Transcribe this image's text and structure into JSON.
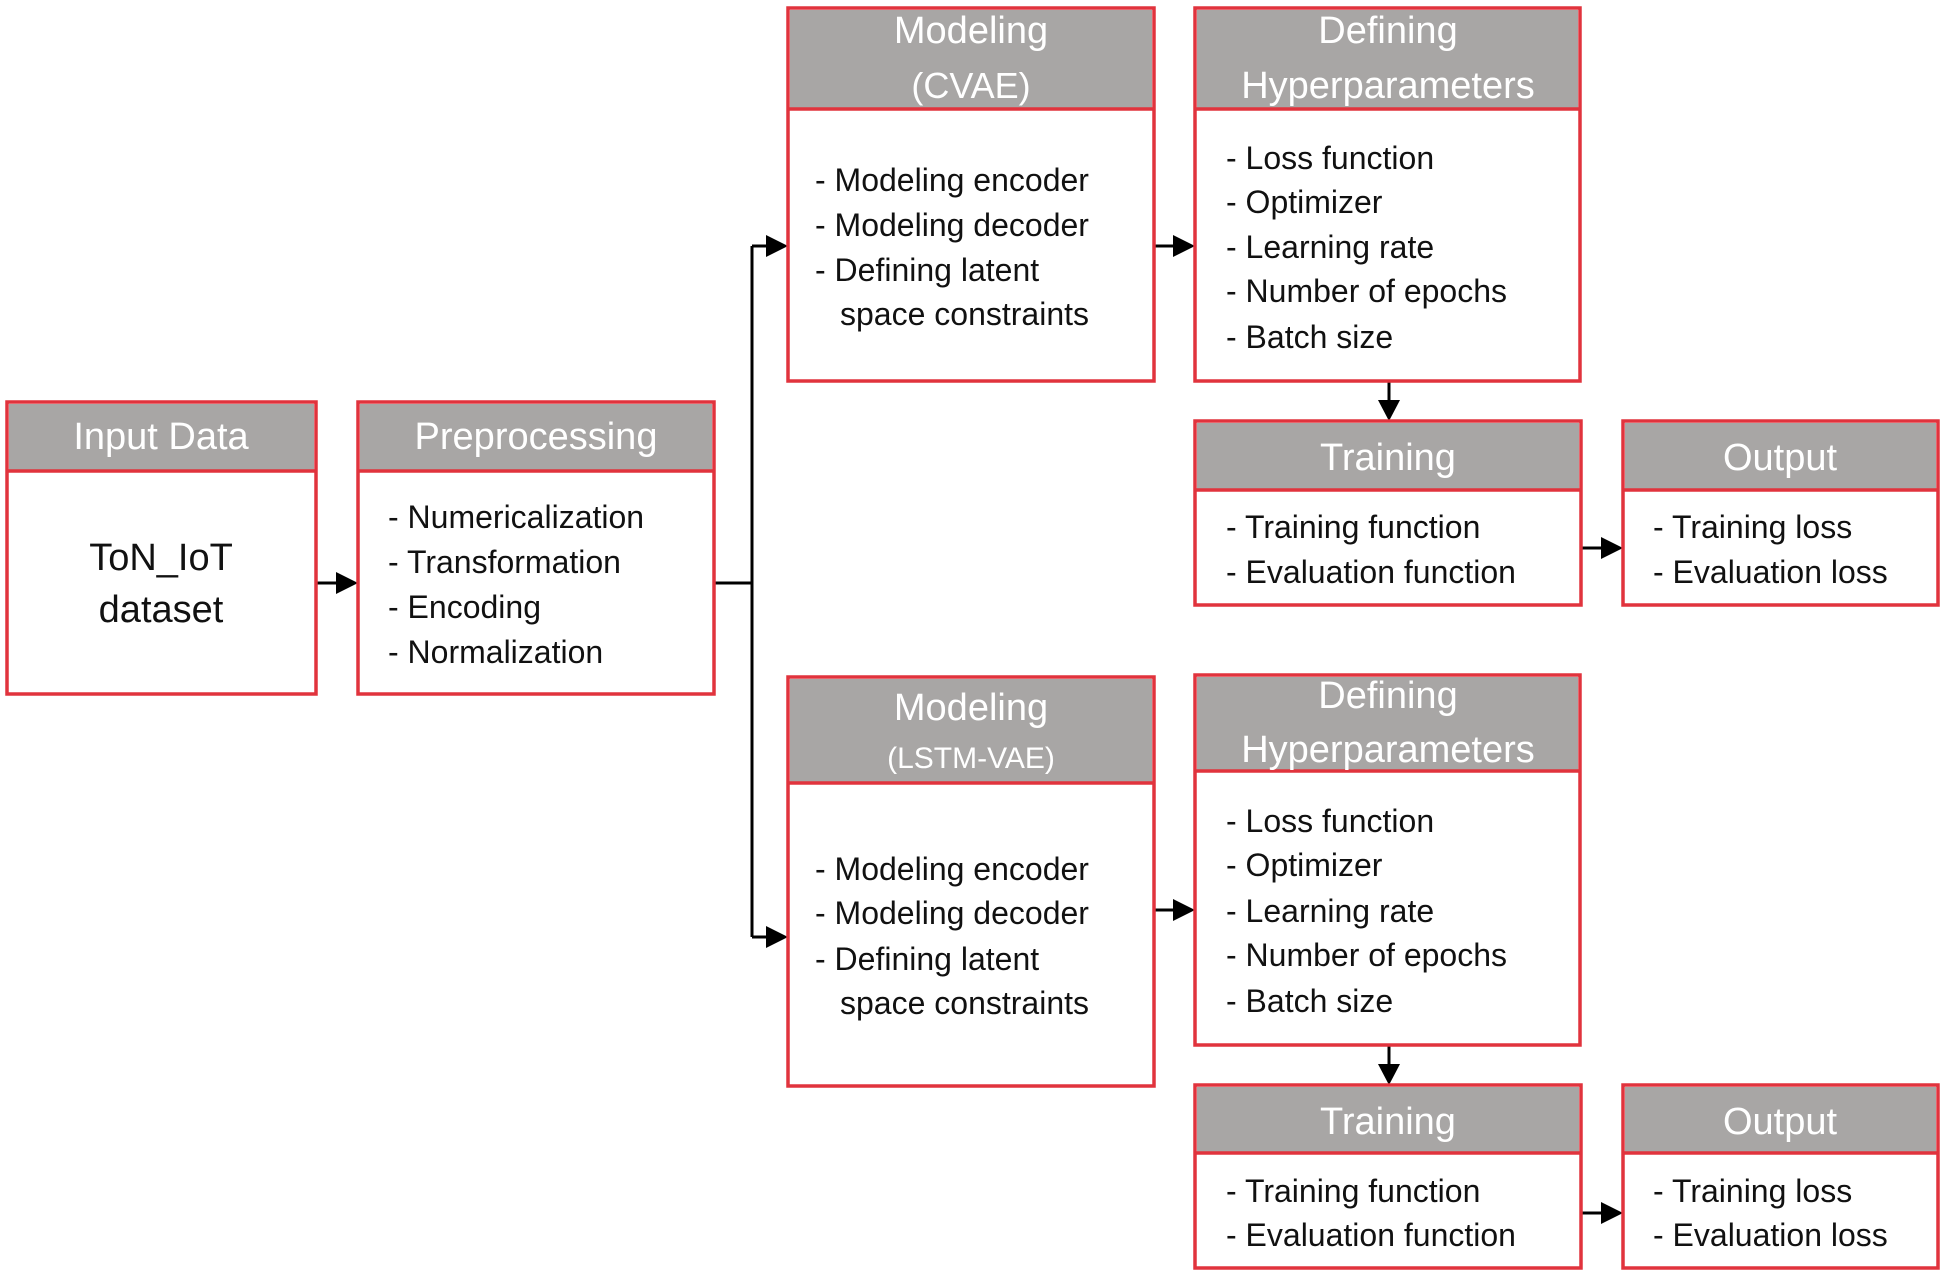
{
  "input": {
    "title": "Input Data",
    "lines": [
      "ToN_IoT",
      "dataset"
    ]
  },
  "preprocessing": {
    "title": "Preprocessing",
    "items": [
      "- Numericalization",
      "- Transformation",
      "- Encoding",
      "- Normalization"
    ]
  },
  "branch_cvae": {
    "modeling": {
      "title_line1": "Modeling",
      "title_line2": "(CVAE)",
      "items": [
        "- Modeling encoder",
        "- Modeling decoder",
        "- Defining latent",
        "space constraints"
      ]
    },
    "hyperparameters": {
      "title_line1": "Defining",
      "title_line2": "Hyperparameters",
      "items": [
        "- Loss function",
        "- Optimizer",
        "- Learning rate",
        "- Number of epochs",
        "- Batch size"
      ]
    },
    "training": {
      "title": "Training",
      "items": [
        "- Training function",
        "- Evaluation function"
      ]
    },
    "output": {
      "title": "Output",
      "items": [
        "- Training loss",
        "- Evaluation loss"
      ]
    }
  },
  "branch_lstm": {
    "modeling": {
      "title_line1": "Modeling",
      "title_line2": "(LSTM-VAE)",
      "items": [
        "- Modeling encoder",
        "- Modeling decoder",
        "- Defining latent",
        "space constraints"
      ]
    },
    "hyperparameters": {
      "title_line1": "Defining",
      "title_line2": "Hyperparameters",
      "items": [
        "- Loss function",
        "- Optimizer",
        "- Learning rate",
        "- Number of epochs",
        "- Batch size"
      ]
    },
    "training": {
      "title": "Training",
      "items": [
        "- Training function",
        "- Evaluation function"
      ]
    },
    "output": {
      "title": "Output",
      "items": [
        "- Training loss",
        "- Evaluation loss"
      ]
    }
  },
  "colors": {
    "border": "#e1333d",
    "header": "#a8a6a5",
    "header_text": "#ffffff",
    "text": "#111111",
    "connector": "#000000"
  }
}
